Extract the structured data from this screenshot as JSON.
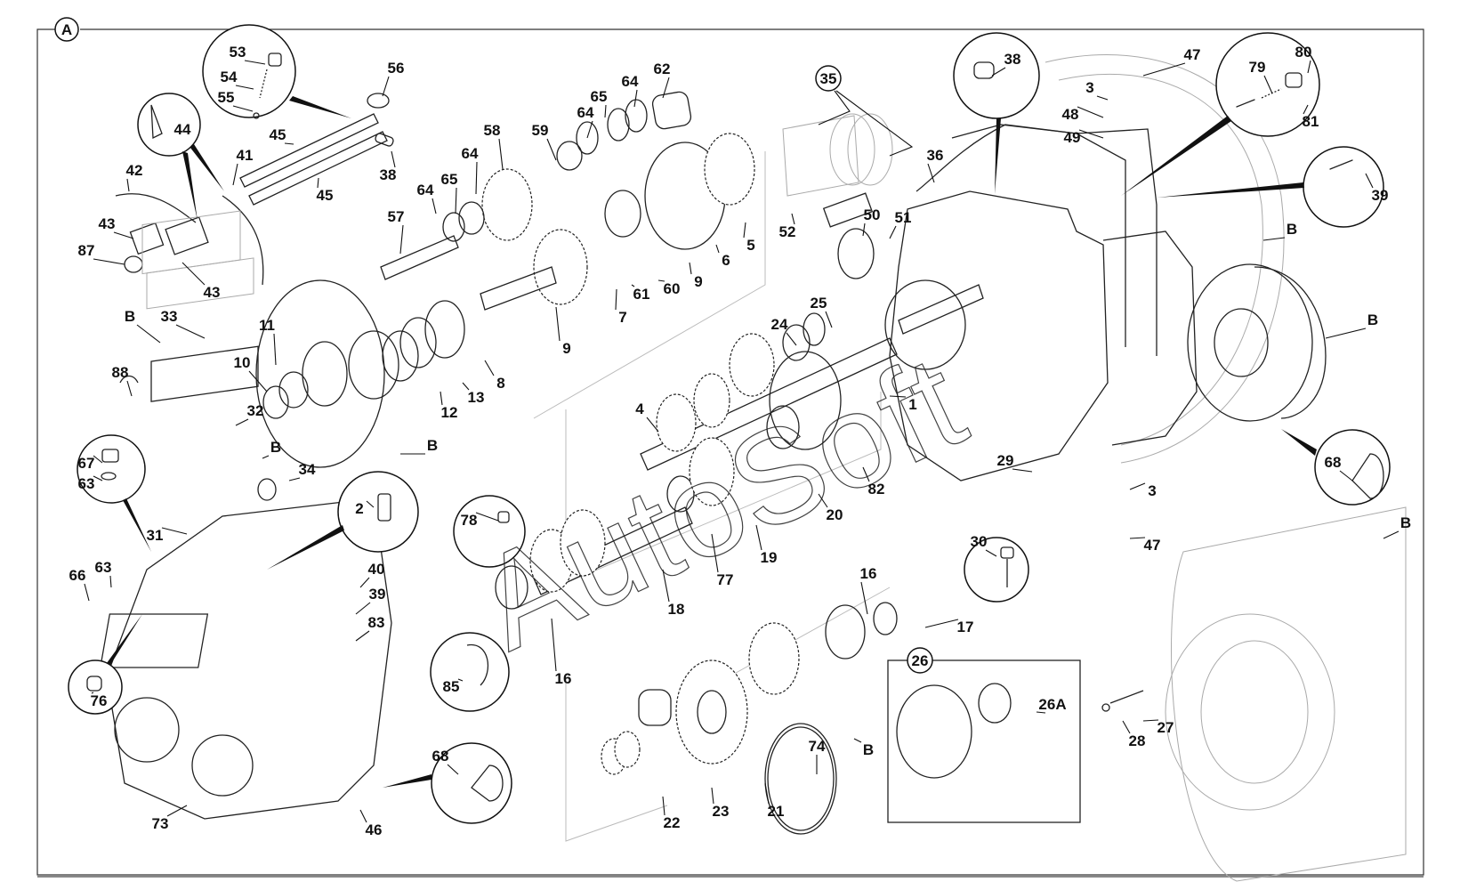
{
  "figure": {
    "view_label": "A",
    "watermark": "AutoSoft",
    "kit_label": "35",
    "subassembly_label": "26"
  },
  "callouts": [
    {
      "id": "53",
      "text": "53"
    },
    {
      "id": "54",
      "text": "54"
    },
    {
      "id": "55",
      "text": "55"
    },
    {
      "id": "56",
      "text": "56"
    },
    {
      "id": "44",
      "text": "44"
    },
    {
      "id": "45a",
      "text": "45"
    },
    {
      "id": "45b",
      "text": "45"
    },
    {
      "id": "41",
      "text": "41"
    },
    {
      "id": "38a",
      "text": "38"
    },
    {
      "id": "42",
      "text": "42"
    },
    {
      "id": "43a",
      "text": "43"
    },
    {
      "id": "43b",
      "text": "43"
    },
    {
      "id": "87",
      "text": "87"
    },
    {
      "id": "57",
      "text": "57"
    },
    {
      "id": "64a",
      "text": "64"
    },
    {
      "id": "65a",
      "text": "65"
    },
    {
      "id": "64b",
      "text": "64"
    },
    {
      "id": "58",
      "text": "58"
    },
    {
      "id": "59",
      "text": "59"
    },
    {
      "id": "64c",
      "text": "64"
    },
    {
      "id": "65b",
      "text": "65"
    },
    {
      "id": "64d",
      "text": "64"
    },
    {
      "id": "62",
      "text": "62"
    },
    {
      "id": "9a",
      "text": "9"
    },
    {
      "id": "7",
      "text": "7"
    },
    {
      "id": "61",
      "text": "61"
    },
    {
      "id": "60",
      "text": "60"
    },
    {
      "id": "9b",
      "text": "9"
    },
    {
      "id": "6",
      "text": "6"
    },
    {
      "id": "5",
      "text": "5"
    },
    {
      "id": "38b",
      "text": "38"
    },
    {
      "id": "36",
      "text": "36"
    },
    {
      "id": "52",
      "text": "52"
    },
    {
      "id": "50",
      "text": "50"
    },
    {
      "id": "51",
      "text": "51"
    },
    {
      "id": "47a",
      "text": "47"
    },
    {
      "id": "3a",
      "text": "3"
    },
    {
      "id": "48",
      "text": "48"
    },
    {
      "id": "49",
      "text": "49"
    },
    {
      "id": "80",
      "text": "80"
    },
    {
      "id": "79",
      "text": "79"
    },
    {
      "id": "81",
      "text": "81"
    },
    {
      "id": "39a",
      "text": "39"
    },
    {
      "id": "Ba",
      "text": "B"
    },
    {
      "id": "Bb",
      "text": "B"
    },
    {
      "id": "B1",
      "text": "B"
    },
    {
      "id": "33",
      "text": "33"
    },
    {
      "id": "11",
      "text": "11"
    },
    {
      "id": "10",
      "text": "10"
    },
    {
      "id": "88",
      "text": "88"
    },
    {
      "id": "32",
      "text": "32"
    },
    {
      "id": "B2",
      "text": "B"
    },
    {
      "id": "34",
      "text": "34"
    },
    {
      "id": "12",
      "text": "12"
    },
    {
      "id": "13",
      "text": "13"
    },
    {
      "id": "8",
      "text": "8"
    },
    {
      "id": "B3",
      "text": "B"
    },
    {
      "id": "24",
      "text": "24"
    },
    {
      "id": "25",
      "text": "25"
    },
    {
      "id": "1",
      "text": "1"
    },
    {
      "id": "4",
      "text": "4"
    },
    {
      "id": "20",
      "text": "20"
    },
    {
      "id": "82",
      "text": "82"
    },
    {
      "id": "29",
      "text": "29"
    },
    {
      "id": "3b",
      "text": "3"
    },
    {
      "id": "47b",
      "text": "47"
    },
    {
      "id": "68a",
      "text": "68"
    },
    {
      "id": "Bc",
      "text": "B"
    },
    {
      "id": "67",
      "text": "67"
    },
    {
      "id": "63a",
      "text": "63"
    },
    {
      "id": "2",
      "text": "2"
    },
    {
      "id": "78",
      "text": "78"
    },
    {
      "id": "31",
      "text": "31"
    },
    {
      "id": "66",
      "text": "66"
    },
    {
      "id": "63b",
      "text": "63"
    },
    {
      "id": "40",
      "text": "40"
    },
    {
      "id": "39b",
      "text": "39"
    },
    {
      "id": "83",
      "text": "83"
    },
    {
      "id": "76",
      "text": "76"
    },
    {
      "id": "73",
      "text": "73"
    },
    {
      "id": "46",
      "text": "46"
    },
    {
      "id": "68b",
      "text": "68"
    },
    {
      "id": "85",
      "text": "85"
    },
    {
      "id": "16a",
      "text": "16"
    },
    {
      "id": "18",
      "text": "18"
    },
    {
      "id": "77",
      "text": "77"
    },
    {
      "id": "19",
      "text": "19"
    },
    {
      "id": "30",
      "text": "30"
    },
    {
      "id": "16b",
      "text": "16"
    },
    {
      "id": "17",
      "text": "17"
    },
    {
      "id": "B4",
      "text": "B"
    },
    {
      "id": "74",
      "text": "74"
    },
    {
      "id": "22",
      "text": "22"
    },
    {
      "id": "23",
      "text": "23"
    },
    {
      "id": "21",
      "text": "21"
    },
    {
      "id": "26A",
      "text": "26A"
    },
    {
      "id": "27",
      "text": "27"
    },
    {
      "id": "28",
      "text": "28"
    }
  ]
}
